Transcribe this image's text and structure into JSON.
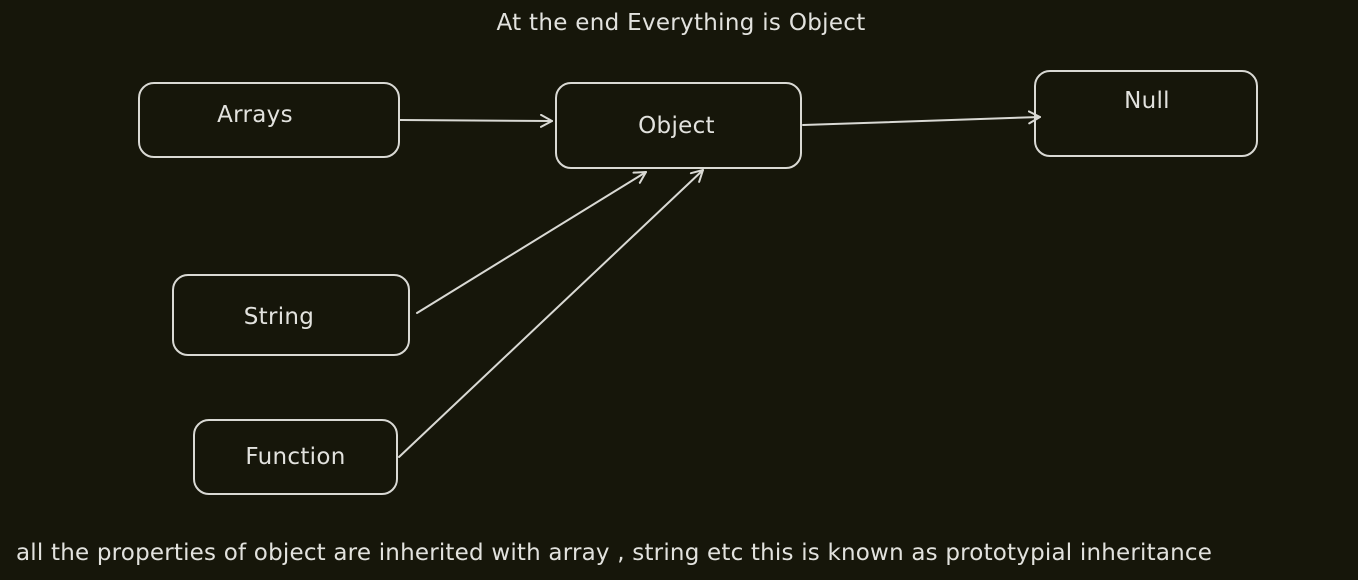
{
  "title": "At the end Everything is Object",
  "nodes": {
    "arrays": "Arrays",
    "object": "Object",
    "null": "Null",
    "string": "String",
    "function": "Function"
  },
  "edges": [
    {
      "from": "arrays",
      "to": "object"
    },
    {
      "from": "object",
      "to": "null"
    },
    {
      "from": "string",
      "to": "object"
    },
    {
      "from": "function",
      "to": "object"
    }
  ],
  "footer": "all the properties of object are inherited with array , string etc this is known as prototypial inheritance",
  "colors": {
    "background": "#16160a",
    "stroke": "#d9d9d4",
    "text": "#e2e2de"
  }
}
